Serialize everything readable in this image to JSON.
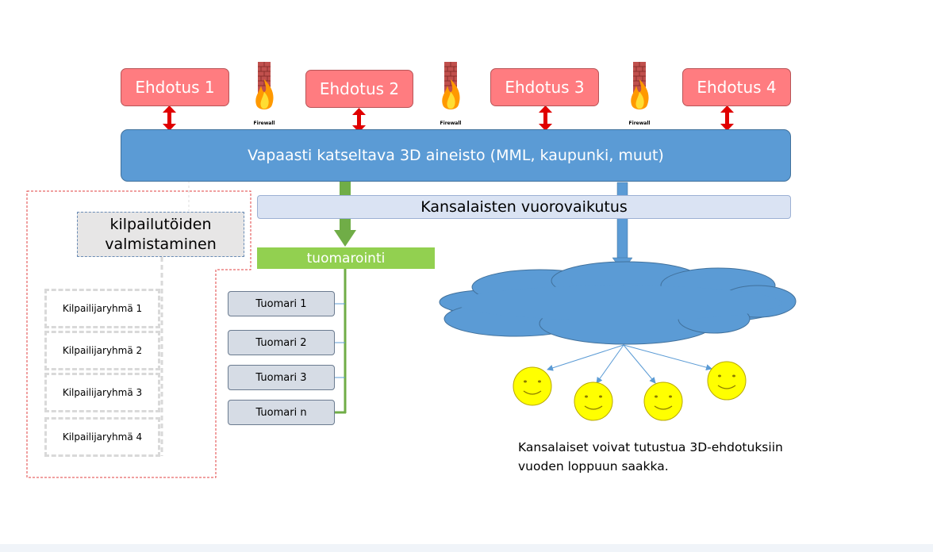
{
  "proposals": [
    "Ehdotus 1",
    "Ehdotus 2",
    "Ehdotus 3",
    "Ehdotus 4"
  ],
  "firewall_label": "Firewall",
  "main_bar": "Vapaasti katseltava 3D aineisto (MML, kaupunki, muut)",
  "interaction": "Kansalaisten vuorovaikutus",
  "judging": "tuomarointi",
  "judges": [
    "Tuomari 1",
    "Tuomari 2",
    "Tuomari 3",
    "Tuomari n"
  ],
  "preparation": {
    "line1": "kilpailutöiden",
    "line2": "valmistaminen"
  },
  "groups": [
    "Kilpailijaryhmä 1",
    "Kilpailijaryhmä 2",
    "Kilpailijaryhmä 3",
    "Kilpailijaryhmä 4"
  ],
  "caption": {
    "line1": "Kansalaiset voivat tutustua 3D-ehdotuksiin",
    "line2": "vuoden loppuun saakka."
  },
  "colors": {
    "proposal": "#ff7c80",
    "main_bar": "#5b9bd5",
    "interaction": "#dae3f3",
    "judging": "#92d050",
    "judge": "#d6dce5",
    "double_arrow": "#e00000",
    "dashed_border": "#e04040",
    "smiley": "#ffff00"
  },
  "icons": [
    "firewall-icon",
    "cloud-shape",
    "smiley-face-icon"
  ]
}
